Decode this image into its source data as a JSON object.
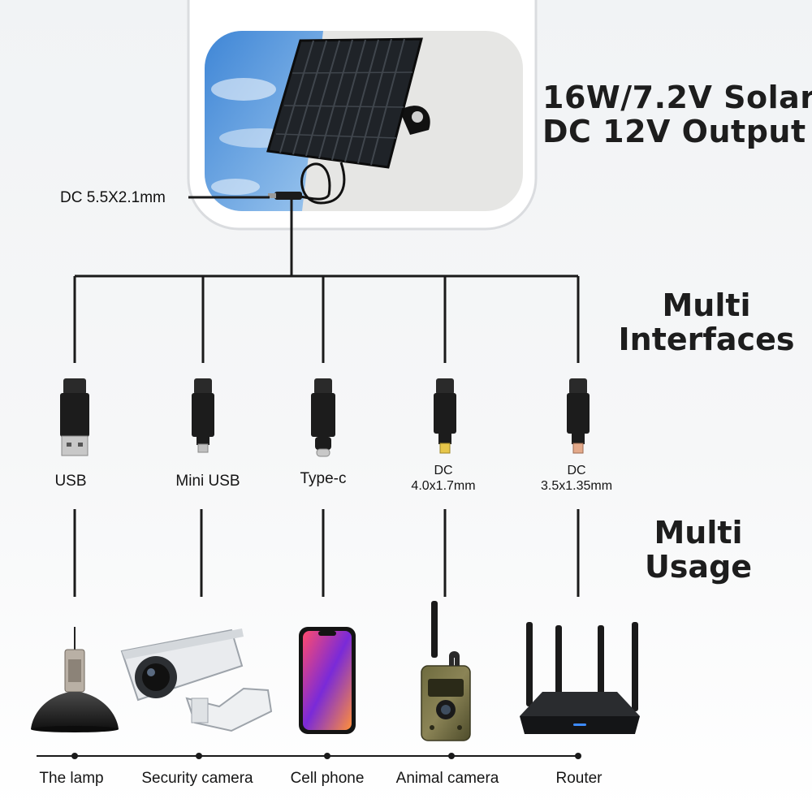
{
  "header": {
    "title_line1": "16W/7.2V Solar",
    "title_line2": "DC 12V Output"
  },
  "input_connector": {
    "label": "DC 5.5X2.1mm"
  },
  "sections": {
    "interfaces_line1": "Multi",
    "interfaces_line2": "Interfaces",
    "usage_line1": "Multi",
    "usage_line2": "Usage"
  },
  "connectors": [
    {
      "line1": "USB",
      "line2": ""
    },
    {
      "line1": "Mini USB",
      "line2": ""
    },
    {
      "line1": "Type-c",
      "line2": ""
    },
    {
      "line1": "DC",
      "line2": "4.0x1.7mm"
    },
    {
      "line1": "DC",
      "line2": "3.5x1.35mm"
    }
  ],
  "devices": [
    {
      "label": "The lamp"
    },
    {
      "label": "Security camera"
    },
    {
      "label": "Cell phone"
    },
    {
      "label": "Animal camera"
    },
    {
      "label": "Router"
    }
  ],
  "colors": {
    "line": "#1a1a1a",
    "panel": "#202428",
    "sky": "#4d8fd6",
    "frame": "#dadcdf"
  },
  "icons": [
    "solar-panel-icon",
    "usb-adapter-icon",
    "mini-usb-adapter-icon",
    "type-c-adapter-icon",
    "dc-adapter-icon",
    "lamp-icon",
    "security-camera-icon",
    "cell-phone-icon",
    "animal-camera-icon",
    "router-icon"
  ]
}
